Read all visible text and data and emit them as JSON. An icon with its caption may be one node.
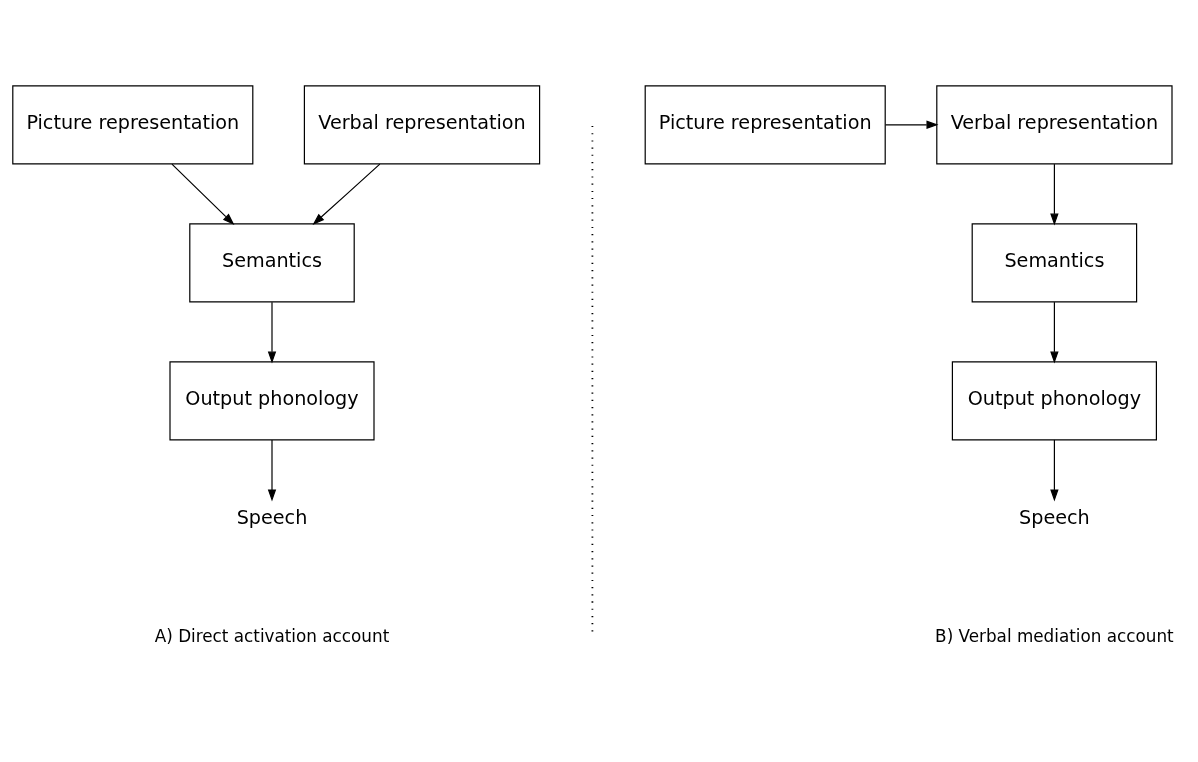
{
  "diagram": {
    "nodes": [
      {
        "text": [
          "Picture representation"
        ]
      },
      {
        "text": [
          "Verbal representation"
        ]
      },
      {
        "text": [
          "Semantics"
        ]
      },
      {
        "text": [
          "Output phonology"
        ]
      },
      {
        "text": [
          "Speech"
        ]
      },
      {
        "text": [
          "Picture representation"
        ]
      },
      {
        "text": [
          "Verbal representation"
        ]
      },
      {
        "text": [
          "Semantics"
        ]
      },
      {
        "text": [
          "Output phonology"
        ]
      },
      {
        "text": [
          "Speech"
        ]
      }
    ],
    "edges": [
      {
        "from": 0,
        "to": 2,
        "arrow": "to"
      },
      {
        "from": 1,
        "to": 2,
        "arrow": "to"
      },
      {
        "from": 2,
        "to": 3,
        "arrow": "to"
      },
      {
        "from": 3,
        "to": 4,
        "arrow": "to"
      },
      {
        "from": 5,
        "to": 6,
        "arrow": "to"
      },
      {
        "from": 6,
        "to": 7,
        "arrow": "to"
      },
      {
        "from": 7,
        "to": 8,
        "arrow": "to"
      },
      {
        "from": 8,
        "to": 9,
        "arrow": "to"
      }
    ],
    "labels": [
      "A) Direct activation account",
      "B) Verbal mediation account"
    ]
  }
}
